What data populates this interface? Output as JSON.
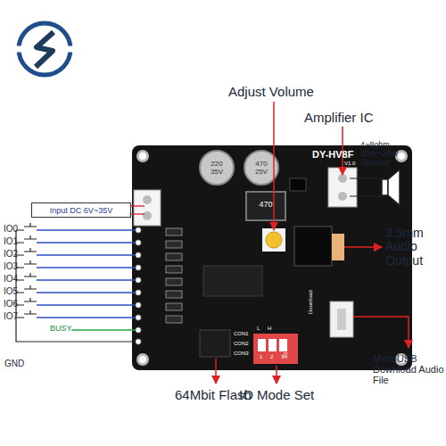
{
  "diagram": {
    "nodes": [
      {
        "text": [
          "Input DC 6V~35V"
        ]
      }
    ],
    "labels": [
      "Adjust Volume",
      "Amplifier IC",
      "4~8ohm 10W~20W Speaker",
      "3.5mm Audio Output",
      "MicroUSB Download Audio File",
      "IO Mode Set",
      "64Mbit Flash",
      "IO0",
      "IO1",
      "IO2",
      "IO3",
      "IO4",
      "IO5",
      "IO6",
      "IO7",
      "GND",
      "BUSY",
      "DY-HV8F",
      "V1.0",
      "220 35V",
      "470 25V",
      "470",
      "CON1",
      "CON2",
      "CON3",
      "L",
      "H",
      "ON DP",
      "1",
      "2",
      "3",
      "Download"
    ]
  }
}
